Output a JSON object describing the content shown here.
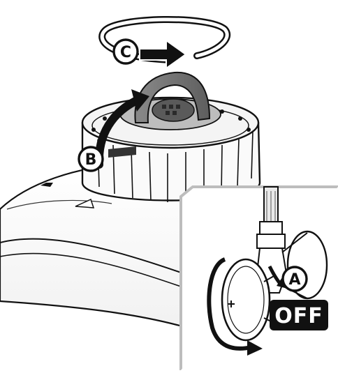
{
  "callouts": {
    "a": "A",
    "b": "B",
    "c": "C"
  },
  "valve_state_label": "OFF",
  "colors": {
    "line": "#111111",
    "fill_light": "#ffffff",
    "fill_shadow": "#d9d9d9",
    "lid_dark": "#7a7a7a",
    "lid_mid": "#a6a6a6",
    "inset_border": "#bdbdbd",
    "off_badge": "#111111",
    "off_text": "#ffffff"
  },
  "icons": [
    "rotate-arrow-icon",
    "curved-arrow-icon",
    "rotation-ring-icon"
  ]
}
